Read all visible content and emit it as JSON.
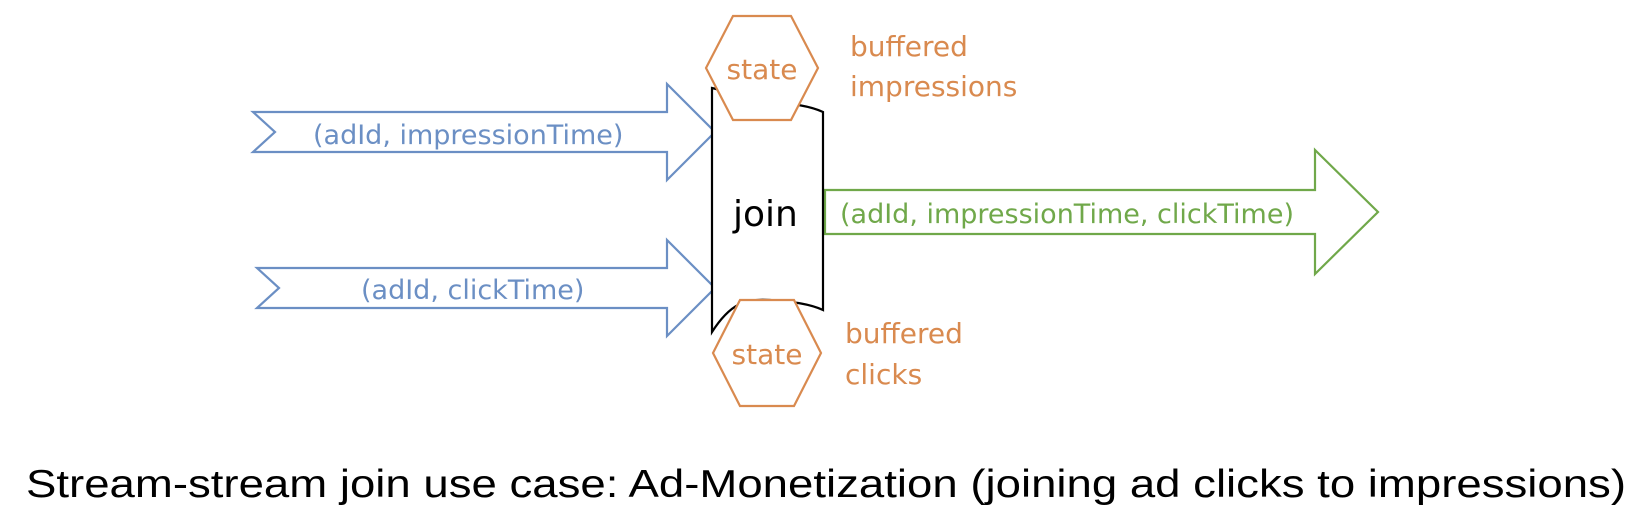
{
  "diagram": {
    "inputs": [
      {
        "label": "(adId, impressionTime)"
      },
      {
        "label": "(adId, clickTime)"
      }
    ],
    "operator": {
      "label": "join"
    },
    "states": [
      {
        "label": "state",
        "annotation_line1": "buffered",
        "annotation_line2": "impressions"
      },
      {
        "label": "state",
        "annotation_line1": "buffered",
        "annotation_line2": "clicks"
      }
    ],
    "output": {
      "label": "(adId, impressionTime, clickTime)"
    },
    "caption": "Stream-stream join use case: Ad-Monetization (joining ad clicks to impressions)",
    "colors": {
      "input_arrow": "#6b8fc4",
      "output_arrow": "#70a84a",
      "state": "#d98a4f",
      "operator": "#000000"
    }
  }
}
